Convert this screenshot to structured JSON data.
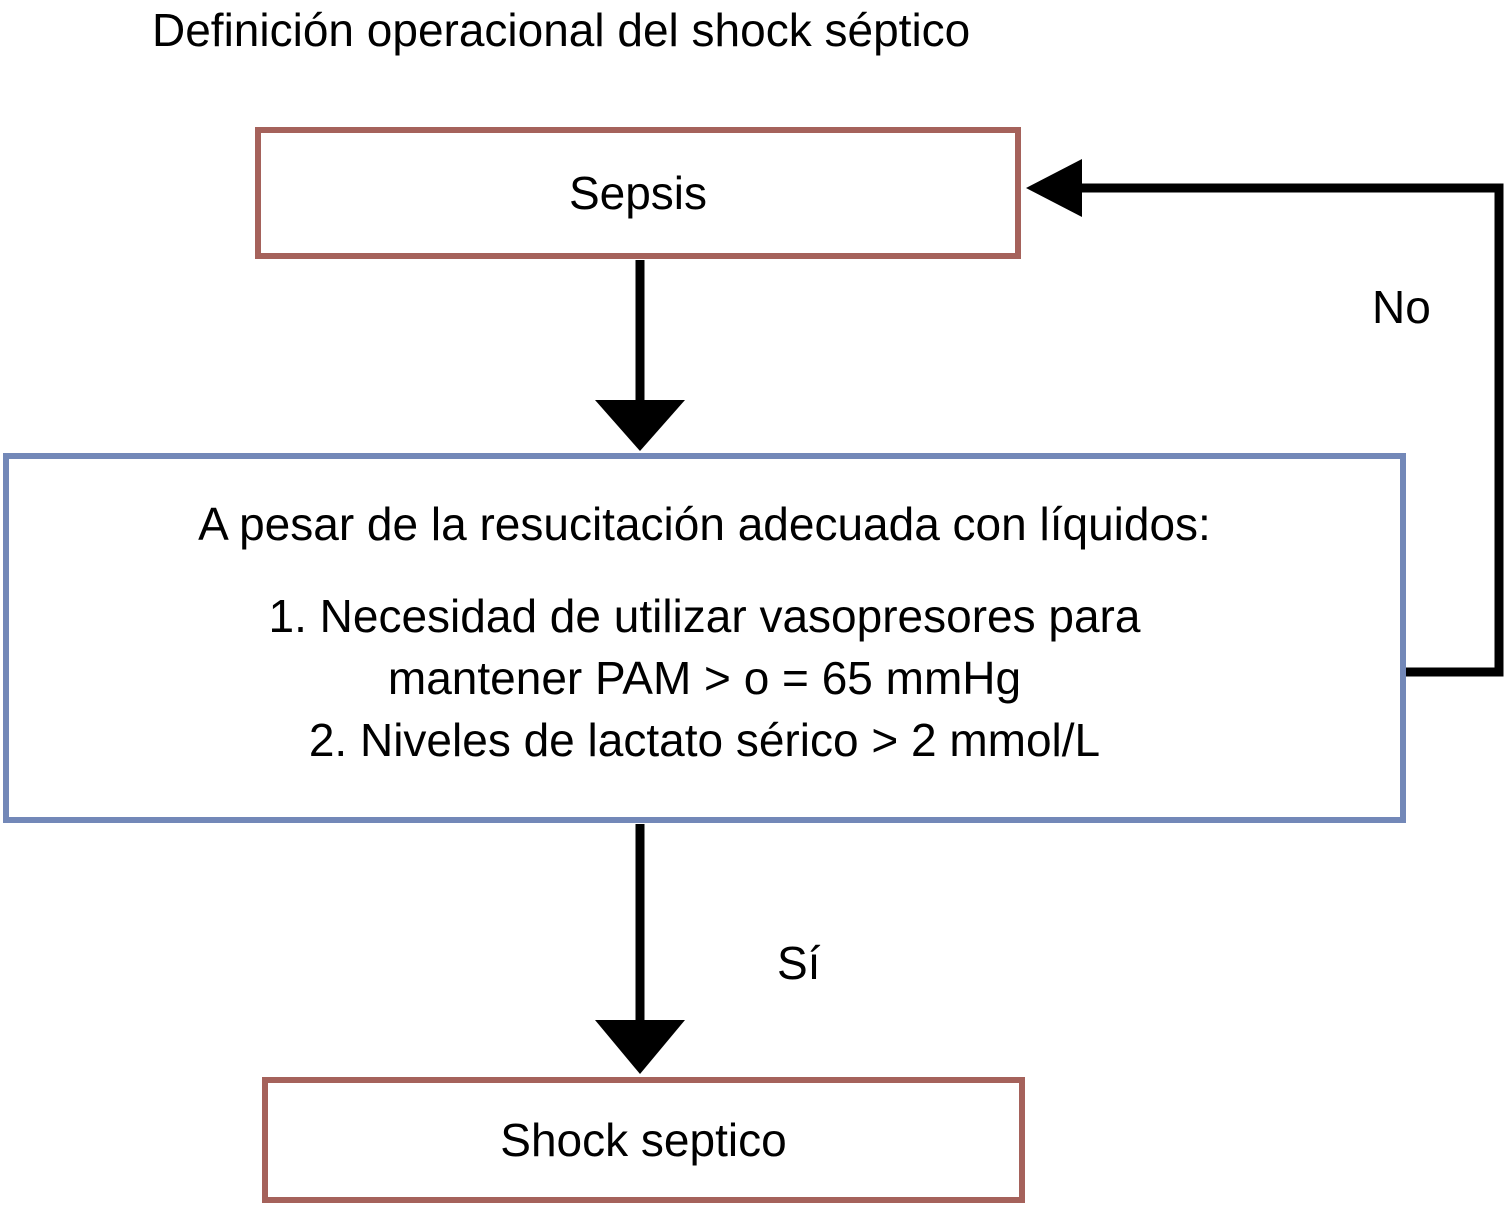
{
  "title": "Definición operacional del shock séptico",
  "colors": {
    "box_border_red": "#a5625b",
    "box_border_blue": "#7388b8",
    "line_black": "#000000",
    "background": "#ffffff",
    "text": "#000000"
  },
  "nodes": {
    "sepsis": {
      "label": "Sepsis"
    },
    "criteria": {
      "intro": "A pesar de la resucitación adecuada con líquidos:",
      "lines": [
        "1. Necesidad de utilizar vasopresores para",
        "mantener PAM > o = 65 mmHg",
        "2. Niveles de lactato sérico > 2 mmol/L"
      ]
    },
    "shock": {
      "label": "Shock septico"
    }
  },
  "edges": {
    "no_label": "No",
    "yes_label": "Sí"
  }
}
